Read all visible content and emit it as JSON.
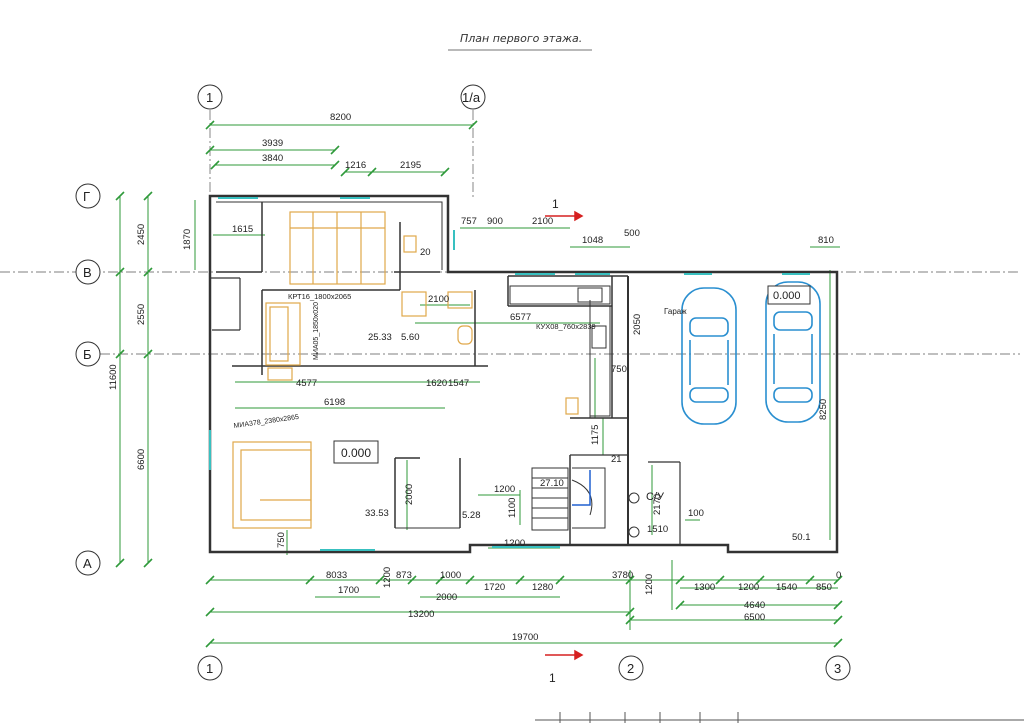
{
  "title": "План первого этажа.",
  "axes": {
    "col_1": "1",
    "col_1a": "1/а",
    "col_2": "2",
    "col_3": "3",
    "row_g": "Г",
    "row_v": "В",
    "row_b": "Б",
    "row_a": "А"
  },
  "section_mark": "1",
  "dims": {
    "top_8200": "8200",
    "d3939": "3939",
    "d3840": "3840",
    "d1216": "1216",
    "d2195": "2195",
    "d757": "757",
    "d900": "900",
    "d2100_top": "2100",
    "d1048": "1048",
    "d500": "500",
    "d810": "810",
    "left_2450": "2450",
    "left_2550": "2550",
    "left_6600": "6600",
    "left_11600": "11600",
    "left_1870": "1870",
    "d1615": "1615",
    "d2100_mid": "2100",
    "d6577": "6577",
    "d2050": "2050",
    "d4577": "4577",
    "d1620": "1620",
    "d1547": "1547",
    "d6198": "6198",
    "d750_a": "750",
    "d1175": "1175",
    "d1200_a": "1200",
    "d1100": "1100",
    "d2000": "2000",
    "d2170": "2170",
    "d1510": "1510",
    "d100": "100",
    "d8250": "8250",
    "d750_b": "750",
    "d1200_b": "1200",
    "b8033": "8033",
    "b1200": "1200",
    "b873": "873",
    "b1000": "1000",
    "b1700": "1700",
    "b2000": "2000",
    "b1720": "1720",
    "b1280": "1280",
    "b3780": "3780",
    "b1200_2": "1200",
    "b1300": "1300",
    "b1200_3": "1200",
    "b1540": "1540",
    "b850": "850",
    "b13200": "13200",
    "b4640": "4640",
    "b6500": "6500",
    "b19700": "19700",
    "b0": "0"
  },
  "areas": {
    "a25_33": "25.33",
    "a5_60": "5.60",
    "a33_53": "33.53",
    "a5_28": "5.28",
    "a27_10": "27.10",
    "a50_1": "50.1",
    "a_21": "21",
    "a_20": "20"
  },
  "levels": {
    "main": "0.000",
    "garage": "0.000"
  },
  "labels": {
    "bed": "КРТ16_1800х2065",
    "sofa_top": "МИА05_1850х020",
    "kitchen": "КУХ08_760х2839",
    "sofa_living": "МИА378_2380х2865",
    "garage": "Гараж",
    "boiler": "С/У"
  },
  "colors": {
    "wall": "#333333",
    "dim_green": "#2f9a3a",
    "car_blue": "#2a8fd0",
    "furniture": "#e0a84a",
    "window_cyan": "#38c0c0",
    "section_red": "#d62020"
  }
}
